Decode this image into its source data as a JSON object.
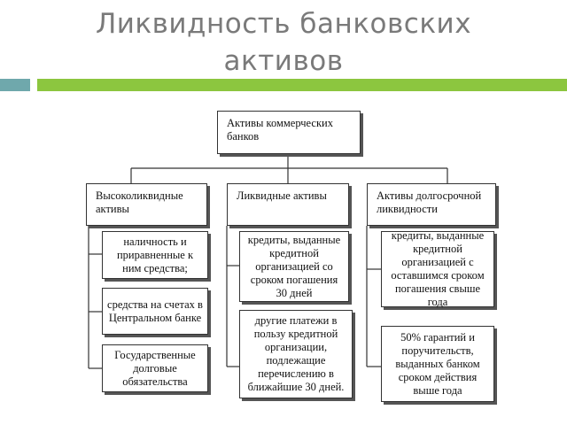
{
  "slide": {
    "title_line1": "Ликвидность банковских",
    "title_line2": "активов",
    "accent_colors": {
      "teal": "#6fa8ac",
      "green": "#8cc63f"
    }
  },
  "diagram": {
    "root": "Активы коммерческих банков",
    "categories": [
      {
        "label": "Высоколиквидные активы",
        "items": [
          "наличность и приравненные к ним средства;",
          "средства на счетах в Центральном банке",
          "Государственные долговые обязательства"
        ]
      },
      {
        "label": "Ликвидные активы",
        "items": [
          "кредиты, выданные кредитной организацией со сроком погашения 30 дней",
          "другие платежи в пользу кредитной организации, подлежащие перечислению в ближайшие 30 дней."
        ]
      },
      {
        "label": "Активы долгосрочной ликвидности",
        "items": [
          "кредиты, выданные кредитной организацией с оставшимся сроком погашения свыше года",
          "50% гарантий и поручительств, выданных банком сроком действия выше года"
        ]
      }
    ]
  }
}
